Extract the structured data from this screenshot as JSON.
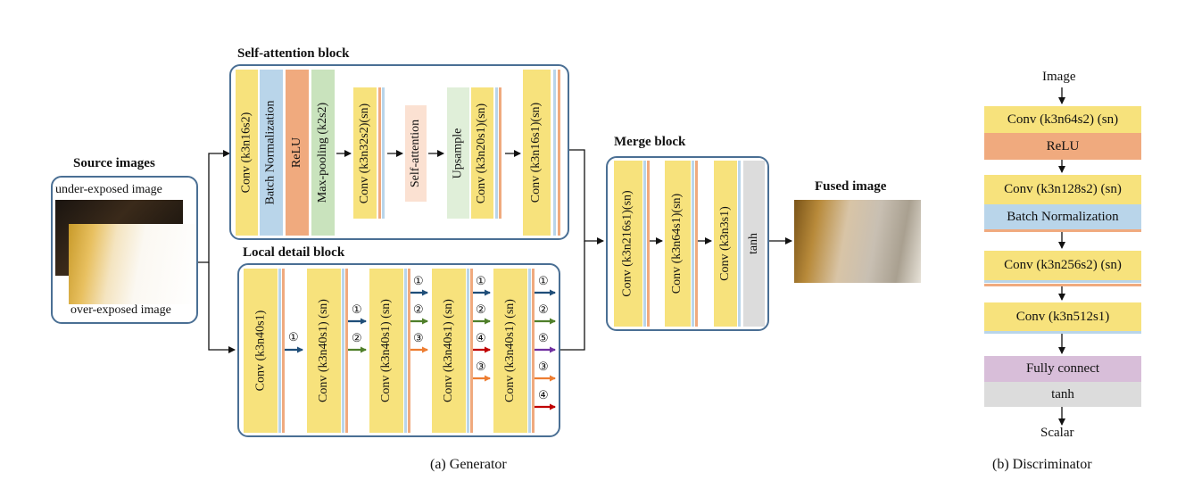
{
  "generator": {
    "caption": "(a)  Generator",
    "source": {
      "title": "Source images",
      "under_label": "under-exposed image",
      "over_label": "over-exposed image"
    },
    "self_attention": {
      "title": "Self-attention block",
      "layers": [
        "Conv (k3n16s2)",
        "Batch Normalization",
        "ReLU",
        "Max-pooling (k2s2)",
        "Conv (k3n32s2)(sn)",
        "Self-attention",
        "Upsample",
        "Conv (k3n20s1)(sn)",
        "Conv (k3n16s1)(sn)"
      ]
    },
    "local_detail": {
      "title": "Local detail block",
      "layers": [
        "Conv (k3n40s1)",
        "Conv (k3n40s1) (sn)",
        "Conv (k3n40s1) (sn)",
        "Conv (k3n40s1) (sn)",
        "Conv (k3n40s1) (sn)"
      ],
      "connection_labels": [
        "①",
        "①",
        "②",
        "①",
        "②",
        "③",
        "①",
        "②",
        "④",
        "③",
        "①",
        "②",
        "⑤",
        "③",
        "④"
      ]
    },
    "merge": {
      "title": "Merge block",
      "layers": [
        "Conv (k3n216s1)(sn)",
        "Conv (k3n64s1)(sn)",
        "Conv (k3n3s1)",
        "tanh"
      ]
    },
    "fused": {
      "title": "Fused image"
    }
  },
  "discriminator": {
    "caption": "(b)  Discriminator",
    "input": "Image",
    "output": "Scalar",
    "layers": [
      "Conv (k3n64s2) (sn)",
      "ReLU",
      "Conv (k3n128s2) (sn)",
      "Batch Normalization",
      "Conv (k3n256s2) (sn)",
      "Conv (k3n512s1)",
      "Fully connect",
      "tanh"
    ]
  },
  "colors": {
    "conv": "#f7e27c",
    "batch_norm": "#b9d5ea",
    "relu": "#f0aa7e",
    "pooling": "#c9e3bd",
    "self_attention": "#fbe1d2",
    "fully_connect": "#d8bed9",
    "tanh": "#dcdcdc",
    "panel_border": "#4a6f94",
    "arrow_navy": "#1f4e79",
    "arrow_green": "#4f7f2a",
    "arrow_orange": "#ed7d31",
    "arrow_red": "#c00000",
    "arrow_purple": "#7030a0"
  }
}
